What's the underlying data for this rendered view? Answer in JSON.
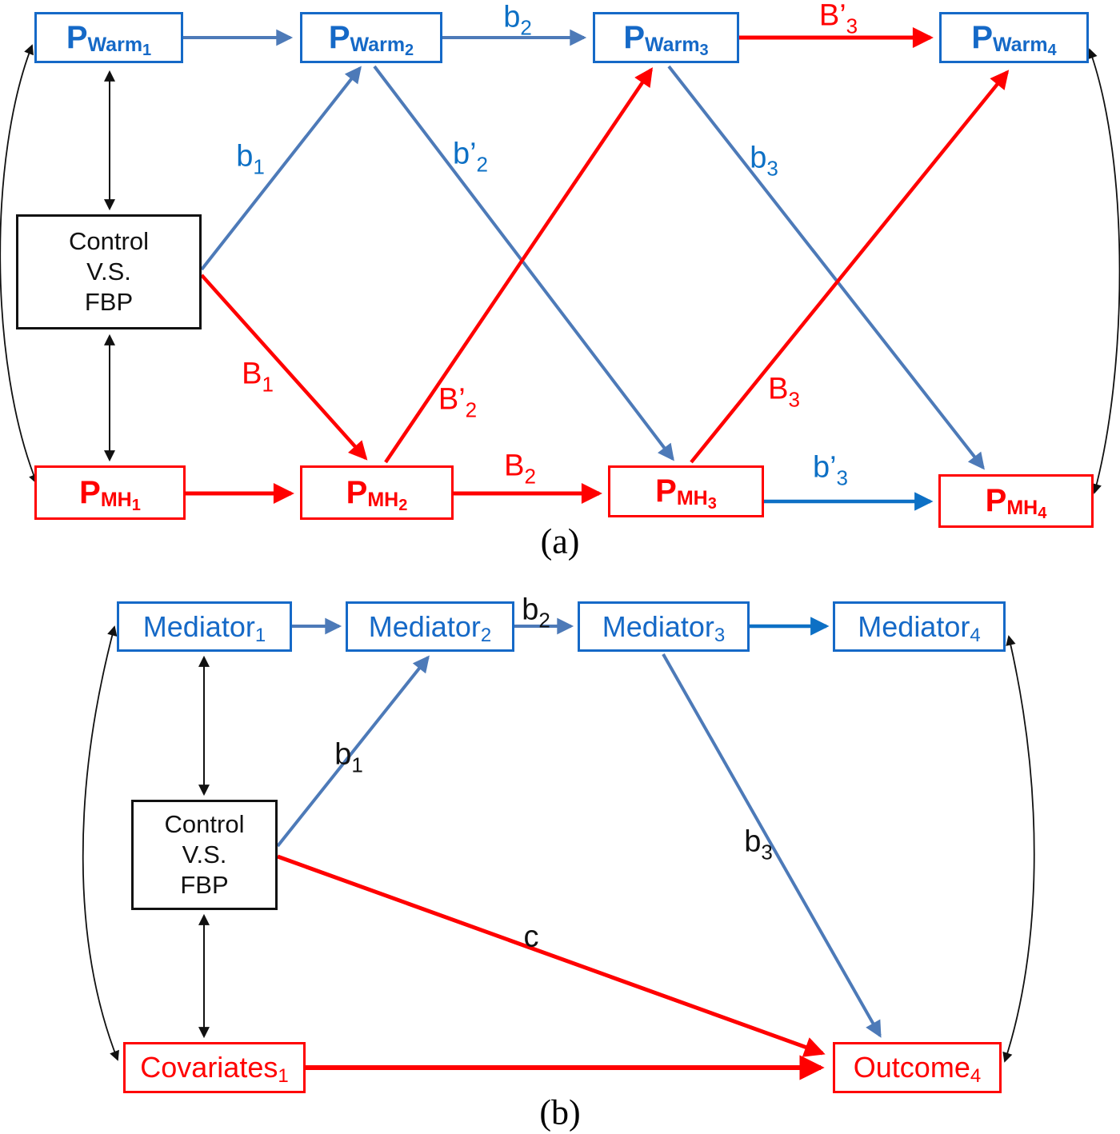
{
  "colors": {
    "red": "#ff0000",
    "blue": "#1569c7",
    "steel": "#4d7ab8",
    "bright": "#0d70c5",
    "black": "#111111"
  },
  "panel_a": {
    "caption": "(a)",
    "boxes": {
      "pwarm1": {
        "main": "P",
        "sub": "Warm",
        "idx": "1"
      },
      "pwarm2": {
        "main": "P",
        "sub": "Warm",
        "idx": "2"
      },
      "pwarm3": {
        "main": "P",
        "sub": "Warm",
        "idx": "3"
      },
      "pwarm4": {
        "main": "P",
        "sub": "Warm",
        "idx": "4"
      },
      "control": {
        "line1": "Control",
        "line2": "V.S.",
        "line3": "FBP"
      },
      "pmh1": {
        "main": "P",
        "sub": "MH",
        "idx": "1"
      },
      "pmh2": {
        "main": "P",
        "sub": "MH",
        "idx": "2"
      },
      "pmh3": {
        "main": "P",
        "sub": "MH",
        "idx": "3"
      },
      "pmh4": {
        "main": "P",
        "sub": "MH",
        "idx": "4"
      }
    },
    "labels": {
      "b1": {
        "main": "b",
        "sub": "1"
      },
      "b2": {
        "main": "b",
        "sub": "2"
      },
      "b2p": {
        "main": "b’",
        "sub": "2"
      },
      "b3": {
        "main": "b",
        "sub": "3"
      },
      "b3p": {
        "main": "b’",
        "sub": "3"
      },
      "B1": {
        "main": "B",
        "sub": "1"
      },
      "B2": {
        "main": "B",
        "sub": "2"
      },
      "B2p": {
        "main": "B’",
        "sub": "2"
      },
      "B3": {
        "main": "B",
        "sub": "3"
      },
      "B3p": {
        "main": "B’",
        "sub": "3"
      }
    }
  },
  "panel_b": {
    "caption": "(b)",
    "boxes": {
      "mediator1": {
        "main": "Mediator",
        "idx": "1"
      },
      "mediator2": {
        "main": "Mediator",
        "idx": "2"
      },
      "mediator3": {
        "main": "Mediator",
        "idx": "3"
      },
      "mediator4": {
        "main": "Mediator",
        "idx": "4"
      },
      "control": {
        "line1": "Control",
        "line2": "V.S.",
        "line3": "FBP"
      },
      "covariates1": {
        "main": "Covariates",
        "idx": "1"
      },
      "outcome4": {
        "main": "Outcome",
        "idx": "4"
      }
    },
    "labels": {
      "b1": {
        "main": "b",
        "sub": "1"
      },
      "b2": {
        "main": "b",
        "sub": "2"
      },
      "b3": {
        "main": "b",
        "sub": "3"
      },
      "c": {
        "main": "c",
        "sub": ""
      }
    }
  }
}
